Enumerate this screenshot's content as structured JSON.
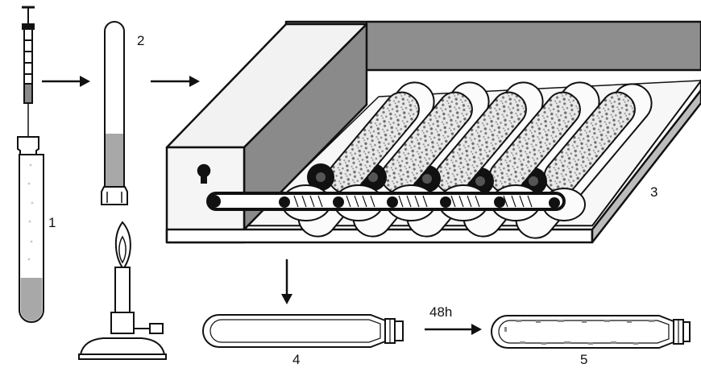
{
  "diagram": {
    "step_labels": [
      "1",
      "2",
      "3",
      "4",
      "5"
    ],
    "duration_label": "48h",
    "colors": {
      "ink": "#111111",
      "liquid": "#a8a8a8",
      "roller_body": "#f4f4f4",
      "cells": "#8c8c8c",
      "flame": "#ffffff"
    }
  }
}
